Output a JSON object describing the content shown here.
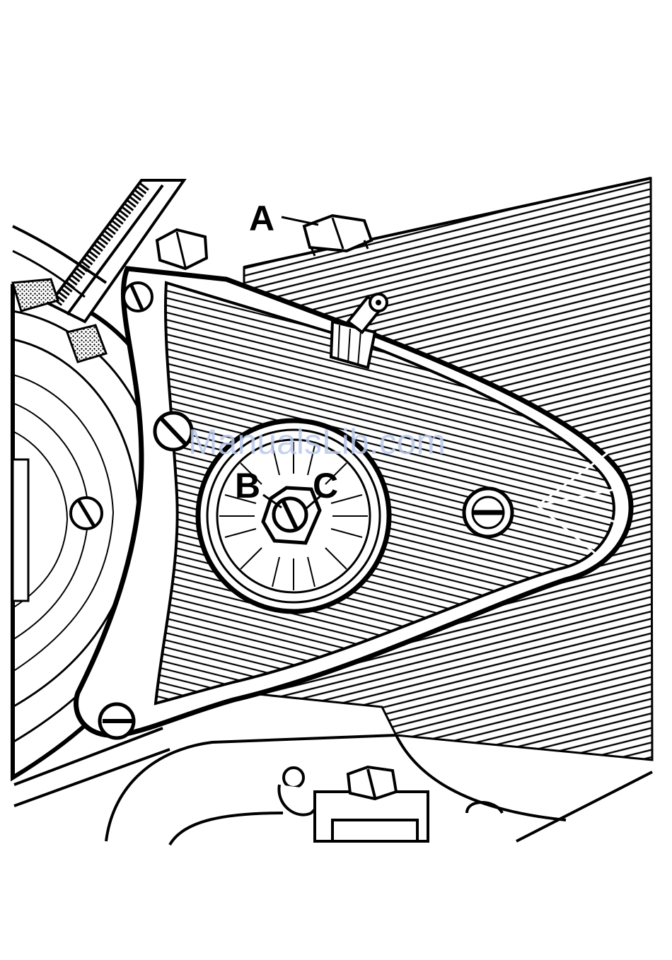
{
  "figure": {
    "callouts": [
      {
        "id": "A",
        "label": "A"
      },
      {
        "id": "B",
        "label": "B"
      },
      {
        "id": "C",
        "label": "C"
      }
    ],
    "watermark": "ManualsLib.com"
  },
  "colors": {
    "ink": "#000000",
    "paper": "#ffffff",
    "watermark": "#b8c9ec",
    "felt": "#9a9a9a"
  }
}
